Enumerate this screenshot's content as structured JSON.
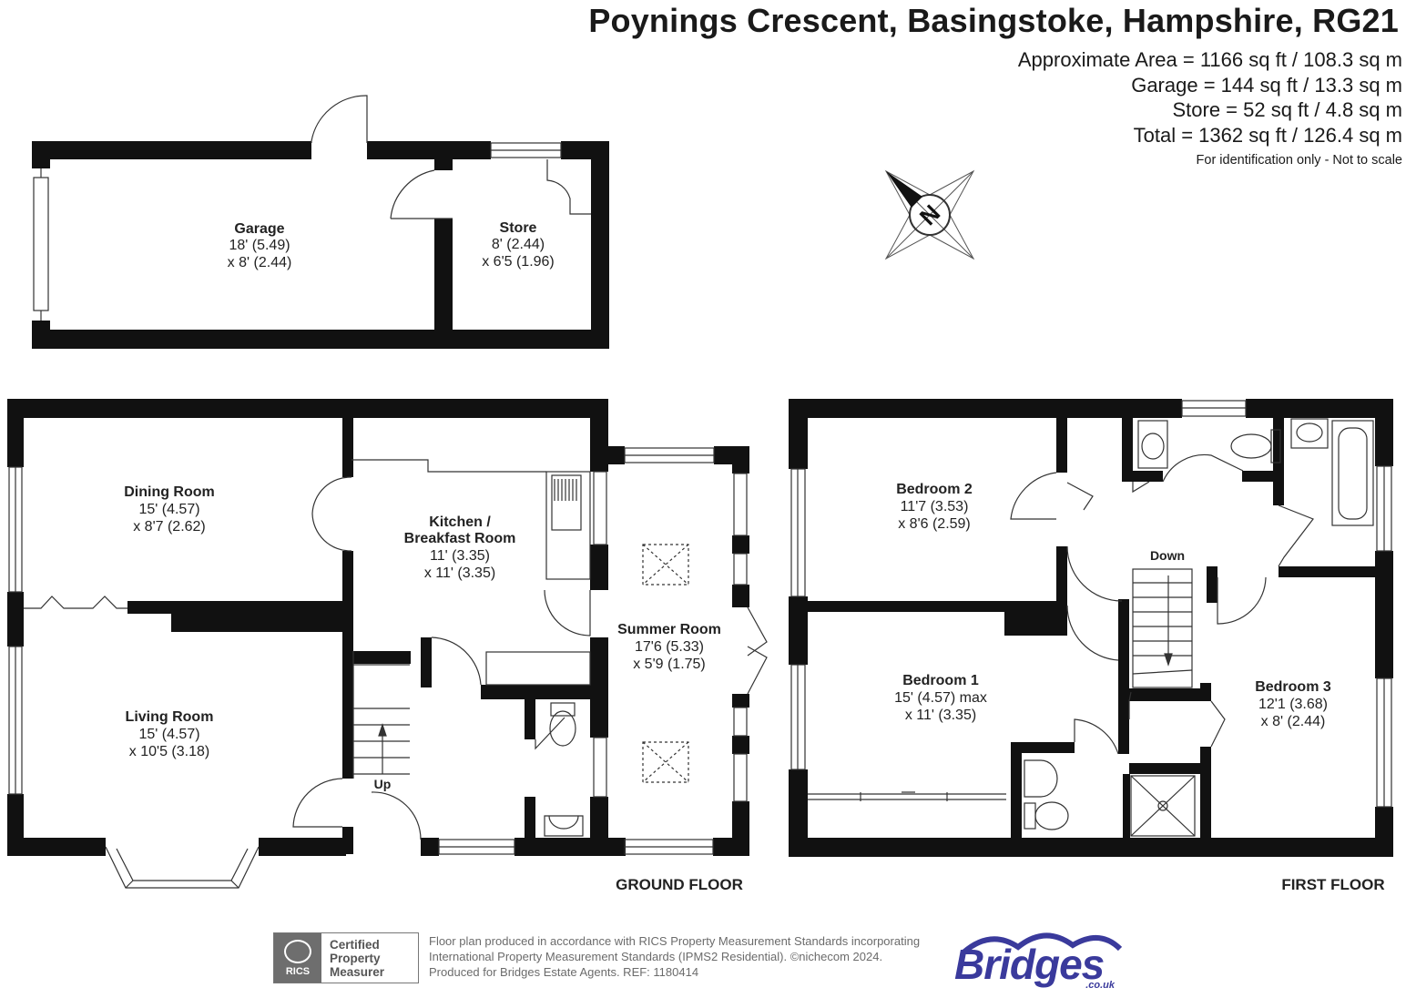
{
  "header": {
    "address": "Poynings Crescent, Basingstoke, Hampshire, RG21",
    "areas": [
      "Approximate Area = 1166 sq ft / 108.3 sq m",
      "Garage = 144 sq ft / 13.3 sq m",
      "Store = 52 sq ft / 4.8 sq m",
      "Total = 1362 sq ft / 126.4 sq m"
    ],
    "note": "For identification only - Not to scale"
  },
  "compass": {
    "letter": "N",
    "icon": "compass-north-icon"
  },
  "rooms": {
    "garage": {
      "name": "Garage",
      "dim1": "18' (5.49)",
      "dim2": "x 8' (2.44)"
    },
    "store": {
      "name": "Store",
      "dim1": "8' (2.44)",
      "dim2": "x 6'5 (1.96)"
    },
    "dining": {
      "name": "Dining Room",
      "dim1": "15' (4.57)",
      "dim2": "x 8'7 (2.62)"
    },
    "kitchen": {
      "name1": "Kitchen /",
      "name2": "Breakfast Room",
      "dim1": "11' (3.35)",
      "dim2": "x 11' (3.35)"
    },
    "summer": {
      "name": "Summer Room",
      "dim1": "17'6 (5.33)",
      "dim2": "x 5'9 (1.75)"
    },
    "living": {
      "name": "Living Room",
      "dim1": "15' (4.57)",
      "dim2": "x 10'5 (3.18)"
    },
    "bed2": {
      "name": "Bedroom 2",
      "dim1": "11'7 (3.53)",
      "dim2": "x 8'6 (2.59)"
    },
    "bed1": {
      "name": "Bedroom 1",
      "dim1": "15' (4.57) max",
      "dim2": "x 11' (3.35)"
    },
    "bed3": {
      "name": "Bedroom 3",
      "dim1": "12'1 (3.68)",
      "dim2": "x 8' (2.44)"
    }
  },
  "stairs": {
    "up": "Up",
    "down": "Down"
  },
  "floors": {
    "ground": "GROUND FLOOR",
    "first": "FIRST FLOOR"
  },
  "footer": {
    "lines": [
      "Floor plan produced in accordance with RICS Property Measurement Standards incorporating",
      "International Property Measurement Standards (IPMS2 Residential).   ©nichecom 2024.",
      "Produced for Bridges Estate Agents.   REF:  1180414"
    ],
    "badge": {
      "org": "RICS",
      "line1": "Certified",
      "line2": "Property",
      "line3": "Measurer"
    },
    "brand": {
      "name": "Bridges",
      "domain": ".co.uk"
    }
  },
  "colors": {
    "wall": "#111111",
    "brand": "#3a3a9c",
    "fixture": "#333333"
  }
}
